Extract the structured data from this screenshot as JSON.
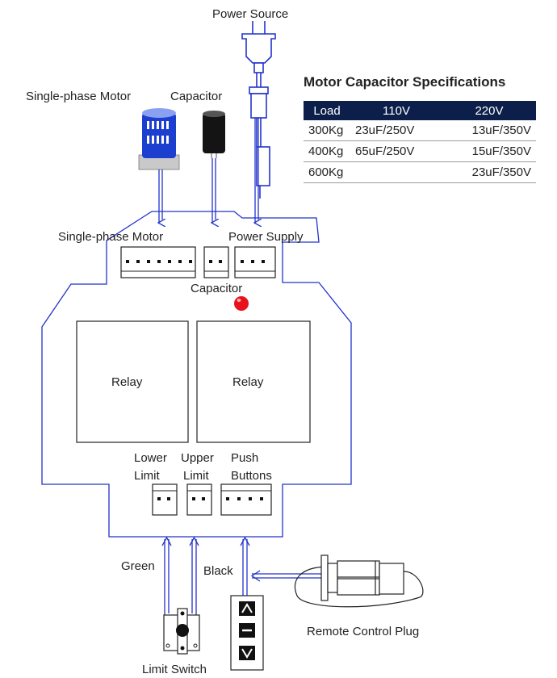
{
  "labels": {
    "power_source": "Power Source",
    "single_phase_motor_top": "Single-phase Motor",
    "capacitor_top": "Capacitor",
    "terminal_motor": "Single-phase Motor",
    "terminal_power": "Power Supply",
    "terminal_capacitor": "Capacitor",
    "relay_left": "Relay",
    "relay_right": "Relay",
    "lower_limit_1": "Lower",
    "lower_limit_2": "Limit",
    "upper_limit_1": "Upper",
    "upper_limit_2": "Limit",
    "push_buttons_1": "Push",
    "push_buttons_2": "Buttons",
    "green": "Green",
    "black": "Black",
    "limit_switch": "Limit Switch",
    "remote_plug": "Remote Control Plug"
  },
  "spec_table": {
    "title": "Motor Capacitor Specifications",
    "headers": [
      "Load",
      "110V",
      "220V"
    ],
    "rows": [
      [
        "300Kg",
        "23uF/250V",
        "13uF/350V"
      ],
      [
        "400Kg",
        "65uF/250V",
        "15uF/350V"
      ],
      [
        "600Kg",
        "",
        "23uF/350V"
      ]
    ]
  },
  "remote_symbols": [
    "Λ",
    "—",
    "V"
  ],
  "colors": {
    "wire": "#2233cc",
    "outline": "#2233cc",
    "header_bg": "#0b1f4a",
    "indicator": "#e8121c",
    "motor_blue": "#1d3fd0"
  },
  "icons": {
    "plug": "power-plug-icon",
    "motor": "motor-icon",
    "capacitor": "capacitor-icon",
    "limit_switch": "limit-switch-icon",
    "remote": "remote-plug-icon"
  }
}
